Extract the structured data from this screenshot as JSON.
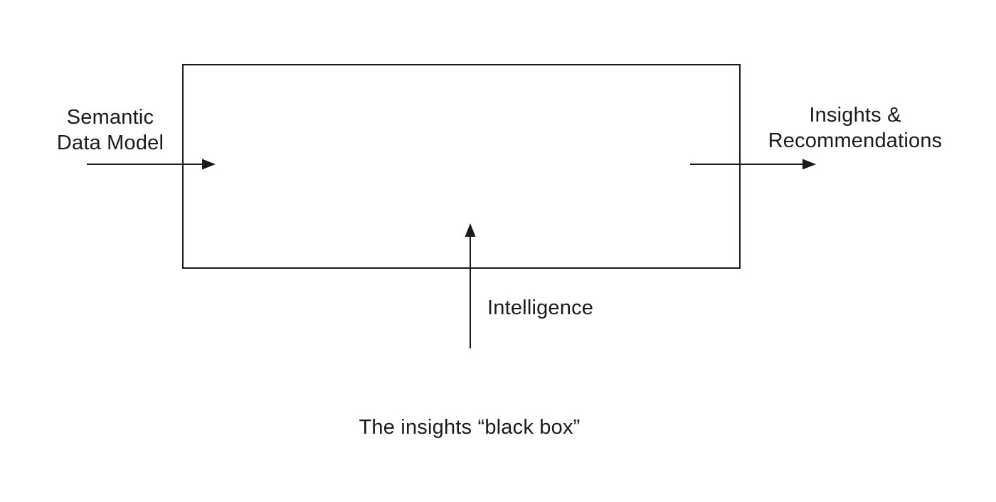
{
  "diagram": {
    "title": "The insights black box diagram",
    "labels": {
      "input": "Semantic\nData Model",
      "output": "Insights &\nRecommendations",
      "intelligence": "Intelligence",
      "caption": "The insights “black box”"
    },
    "icons": {
      "input_arrow": "right-arrow",
      "output_arrow": "right-arrow",
      "intelligence_arrow": "up-arrow"
    },
    "colors": {
      "line": "#1a1a1a",
      "background": "#ffffff",
      "text": "#1a1a1a"
    },
    "box": {
      "role": "black box",
      "fill": "none"
    }
  }
}
